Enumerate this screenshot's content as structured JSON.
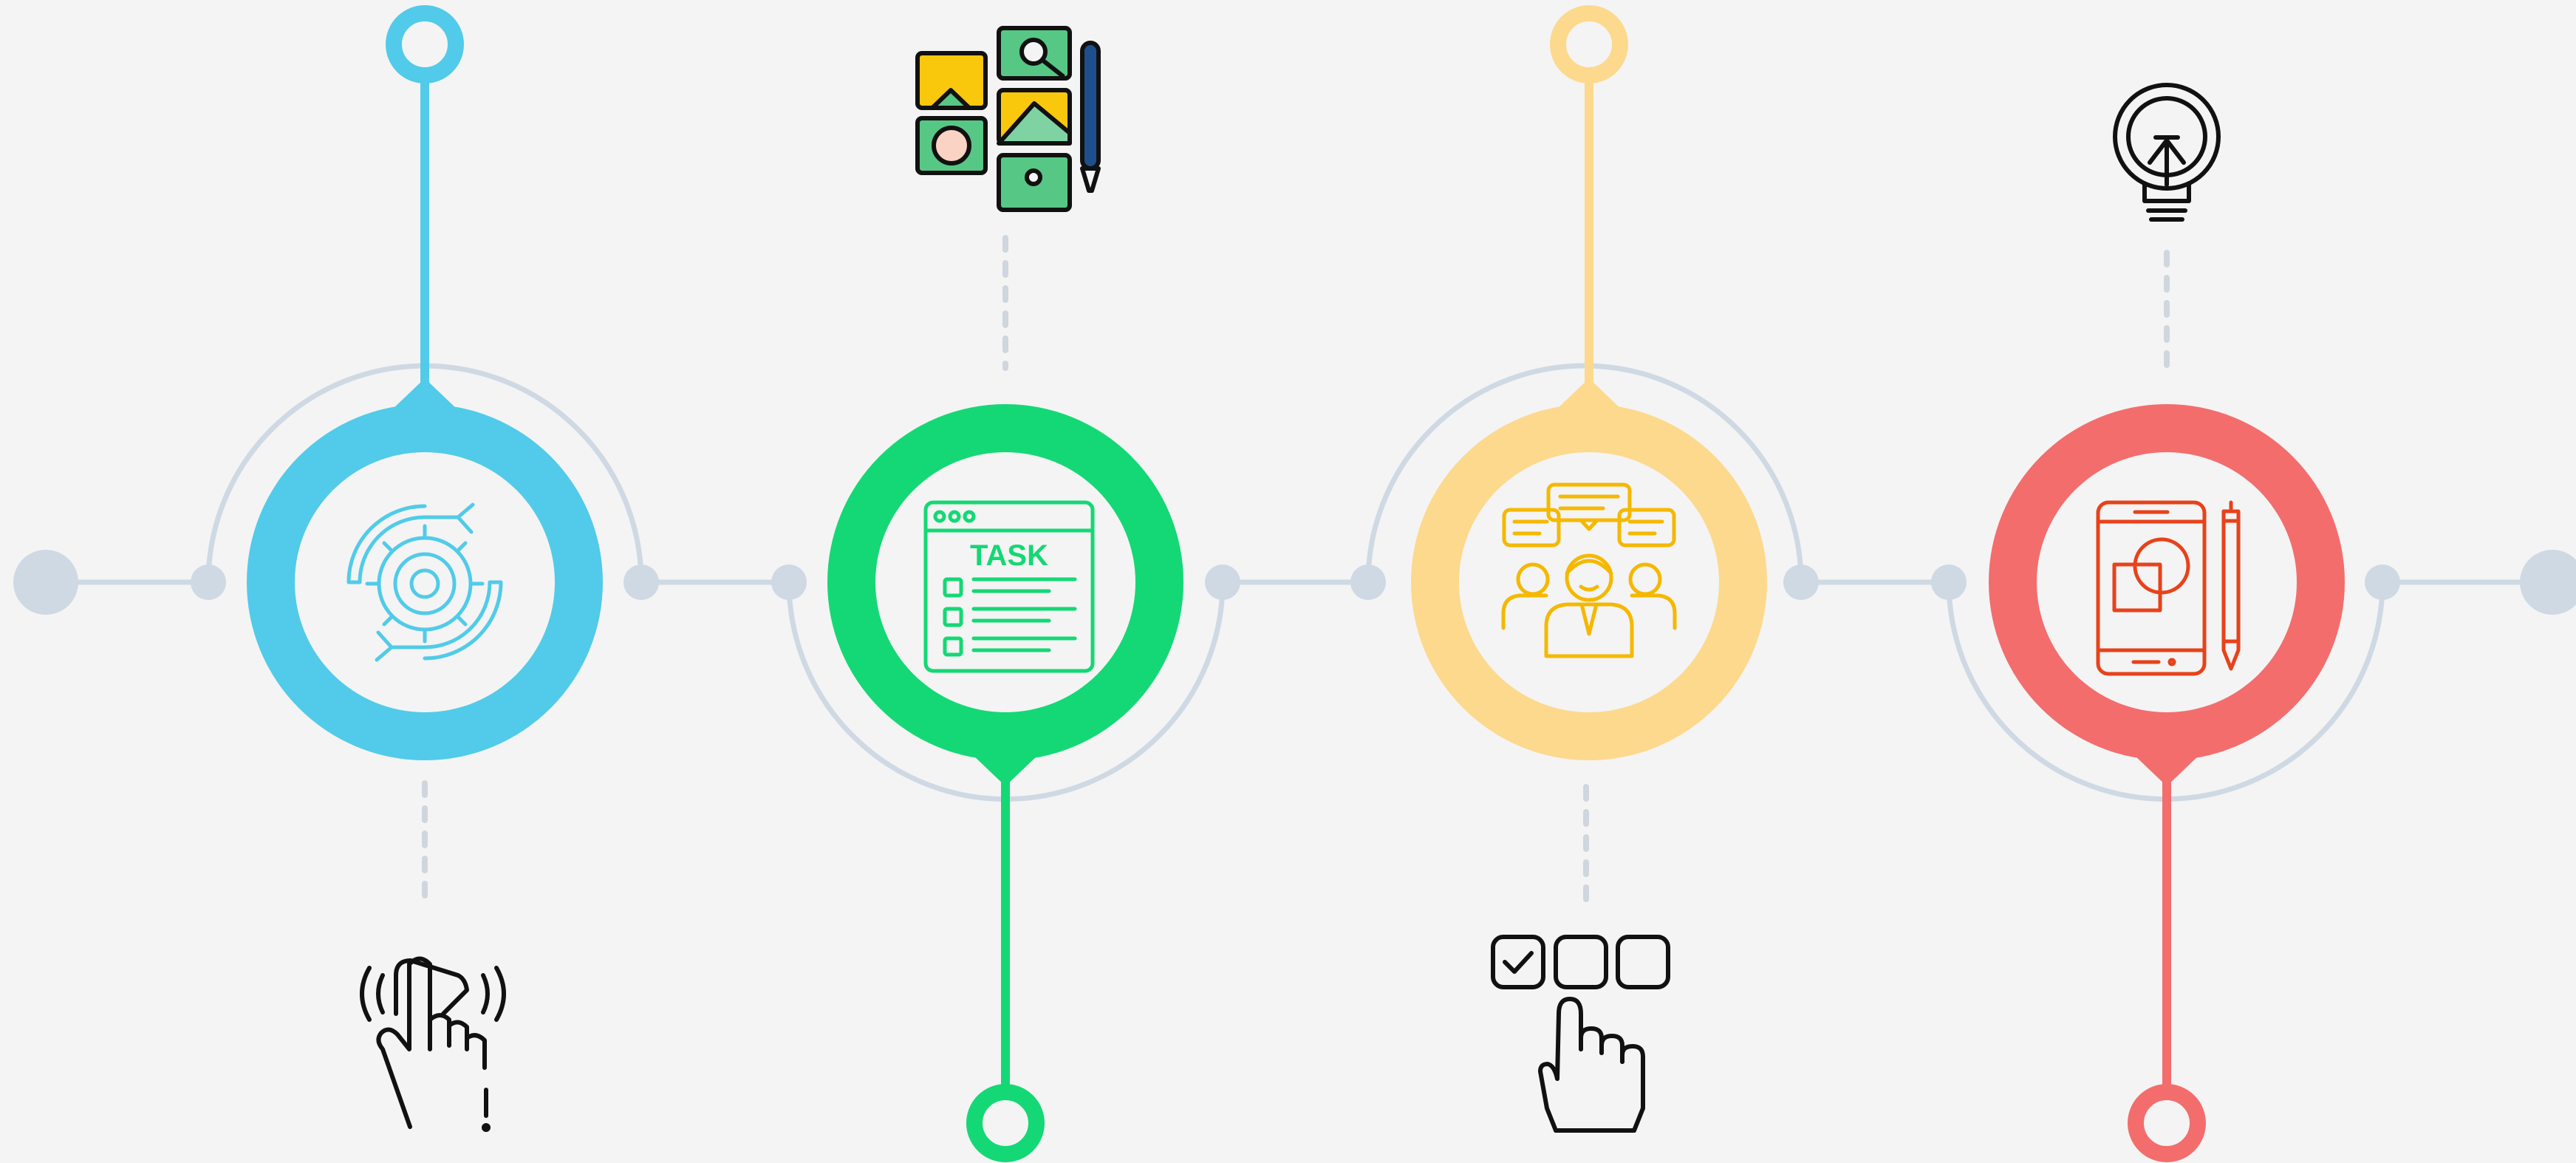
{
  "colors": {
    "background": "#f4f4f4",
    "connector": "#cfd9e4",
    "dotted": "#cfd6dd",
    "inner_fill": "#f4f4f4"
  },
  "steps": [
    {
      "name": "step-1",
      "color": "#51cbe9",
      "main_icon": "process-gear-cycle-icon",
      "secondary_icon": "touch-gesture-icon",
      "pin_direction": "up",
      "label": ""
    },
    {
      "name": "step-2",
      "color": "#14d875",
      "main_icon": "task-checklist-icon",
      "secondary_icon": "design-gallery-icon",
      "pin_direction": "down",
      "label": "TASK"
    },
    {
      "name": "step-3",
      "color": "#fdd98e",
      "main_icon": "team-discussion-icon",
      "secondary_icon": "select-option-hand-icon",
      "pin_direction": "up",
      "label": ""
    },
    {
      "name": "step-4",
      "color": "#f36d6d",
      "main_icon": "mobile-design-icon",
      "secondary_icon": "lightbulb-idea-icon",
      "pin_direction": "down",
      "label": ""
    }
  ]
}
